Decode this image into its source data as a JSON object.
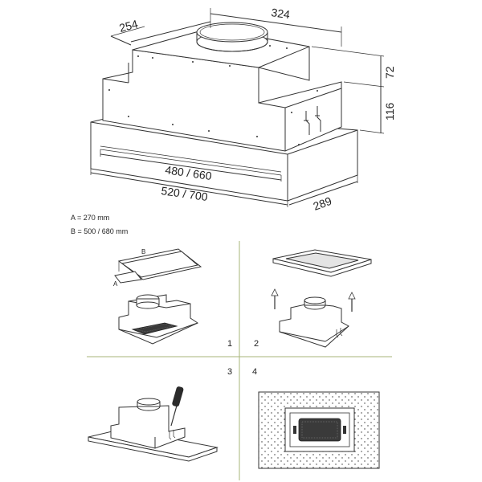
{
  "dimensions": {
    "top_width": "324",
    "depth_top": "254",
    "height_upper": "72",
    "height_lower": "116",
    "inner_width": "480 / 660",
    "outer_width": "520 / 700",
    "depth_bottom": "289"
  },
  "notes": {
    "a": "A = 270 mm",
    "b": "B = 500 / 680 mm"
  },
  "template_labels": {
    "a": "A",
    "b": "B"
  },
  "steps": [
    "1",
    "2",
    "3",
    "4"
  ]
}
